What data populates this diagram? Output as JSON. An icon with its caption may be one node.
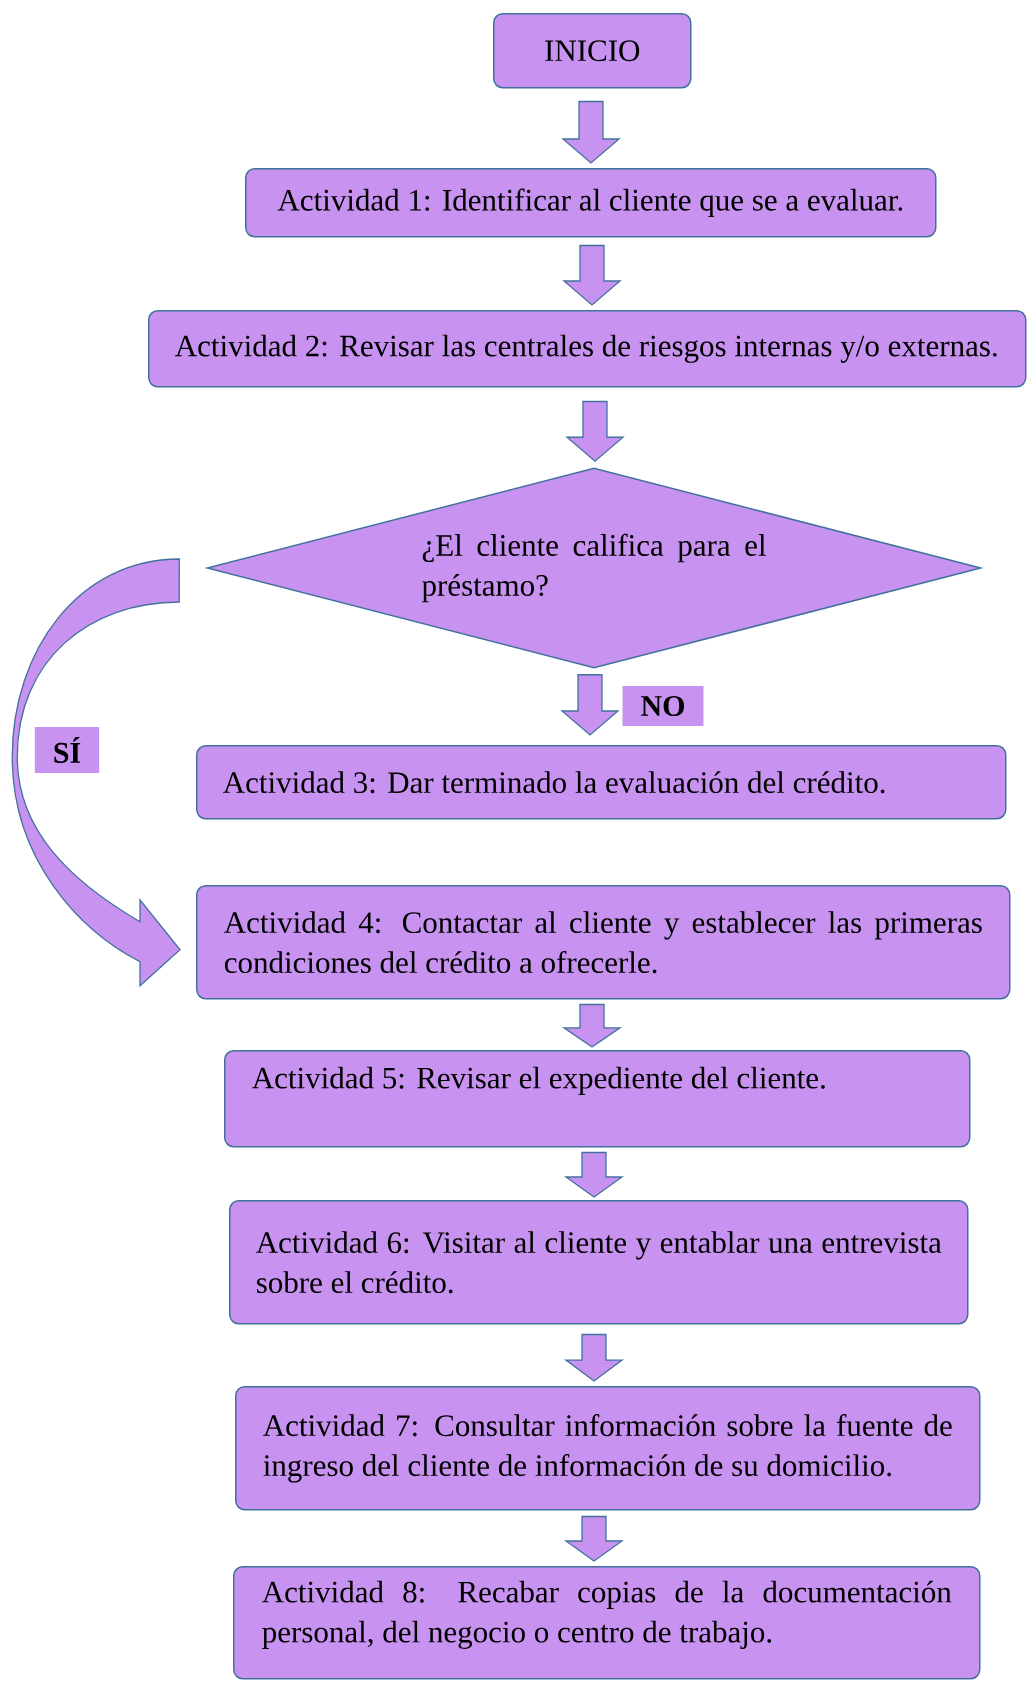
{
  "diagram": {
    "nodes": [
      {
        "text": [
          "INICIO"
        ]
      },
      {
        "text": [
          "Actividad 1: Identificar al cliente que se a evaluar."
        ]
      },
      {
        "text": [
          "Actividad 2: Revisar las centrales de riesgos internas y/o externas."
        ]
      },
      {
        "text": [
          "¿El cliente califica para el préstamo?"
        ]
      },
      {
        "text": [
          "Actividad 3: Dar terminado la evaluación del crédito."
        ]
      },
      {
        "text": [
          "Actividad 4: Contactar al cliente y establecer las primeras condiciones del crédito a ofrecerle."
        ]
      },
      {
        "text": [
          "Actividad 5: Revisar el expediente del cliente."
        ]
      },
      {
        "text": [
          "Actividad 6: Visitar al cliente y entablar una entrevista sobre el crédito."
        ]
      },
      {
        "text": [
          "Actividad 7: Consultar información sobre la fuente de ingreso del cliente de información de su domicilio."
        ]
      },
      {
        "text": [
          "Actividad 8: Recabar copias de la documentación personal, del negocio o centro de trabajo."
        ]
      }
    ],
    "edges": [
      {
        "from": 0,
        "to": 1,
        "arrow": "to"
      },
      {
        "from": 1,
        "to": 2,
        "arrow": "to"
      },
      {
        "from": 2,
        "to": 3,
        "arrow": "to"
      },
      {
        "from": 3,
        "to": 4,
        "arrow": "to",
        "label": "NO"
      },
      {
        "from": 3,
        "to": 5,
        "arrow": "to",
        "label": "SÍ"
      },
      {
        "from": 5,
        "to": 6,
        "arrow": "to"
      },
      {
        "from": 6,
        "to": 7,
        "arrow": "to"
      },
      {
        "from": 7,
        "to": 8,
        "arrow": "to"
      },
      {
        "from": 8,
        "to": 9,
        "arrow": "to"
      }
    ]
  }
}
